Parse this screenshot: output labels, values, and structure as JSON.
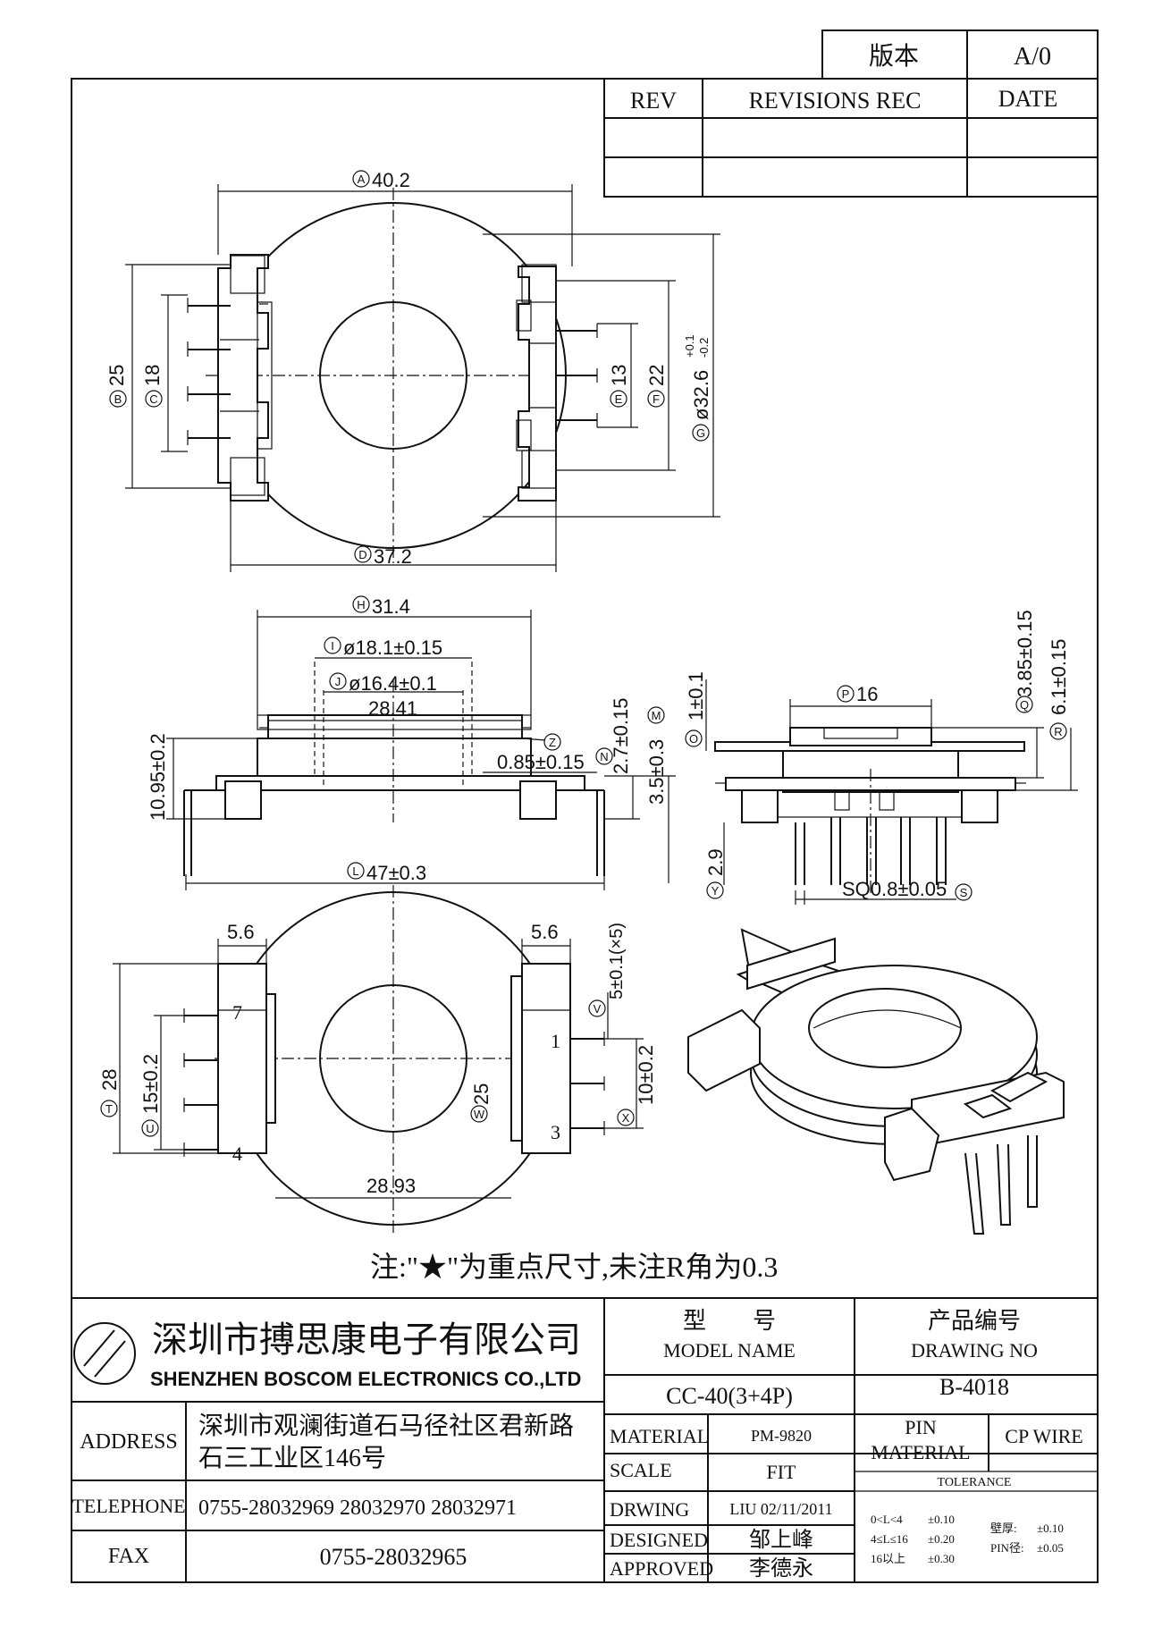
{
  "version_box": {
    "label": "版本",
    "value": "A/0"
  },
  "revisions": {
    "col_rev": "REV",
    "col_rec": "REVISIONS REC",
    "col_date": "DATE"
  },
  "dims": {
    "A": "40.2",
    "B": "25",
    "C": "18",
    "D": "37.2",
    "E": "13",
    "F": "22",
    "G": "ø32.6",
    "G_tol_up": "+0.1",
    "G_tol_dn": "-0.2",
    "H": "31.4",
    "I": "ø18.1±0.15",
    "J": "ø16.4±0.1",
    "K": "28.41",
    "Z": "0.85±0.15",
    "side_h": "10.95±0.2",
    "N": "2.7±0.15",
    "M": "3.5±0.3",
    "L": "47±0.3",
    "O": "1±0.1",
    "P": "16",
    "Q": "3.85±0.15",
    "R": "6.1±0.15",
    "Y": "2.9",
    "S": "SQ0.8±0.05",
    "left_w": "5.6",
    "right_w": "5.6",
    "V": "5±0.1(×5)",
    "T": "28",
    "U": "15±0.2",
    "W": "25",
    "X": "10±0.2",
    "bottom_w": "28.93"
  },
  "letters": {
    "A": "A",
    "B": "B",
    "C": "C",
    "D": "D",
    "E": "E",
    "F": "F",
    "G": "G",
    "H": "H",
    "I": "I",
    "J": "J",
    "Z": "Z",
    "N": "N",
    "M": "M",
    "L": "L",
    "O": "O",
    "P": "P",
    "Q": "Q",
    "R": "R",
    "Y": "Y",
    "S": "S",
    "V": "V",
    "T": "T",
    "U": "U",
    "W": "W",
    "X": "X"
  },
  "pins": {
    "p7": "7",
    "p4": "4",
    "p1": "1",
    "p3": "3"
  },
  "note": "注:\"★\"为重点尺寸,未注R角为0.3",
  "company": {
    "cn": "深圳市搏思康电子有限公司",
    "en": "SHENZHEN BOSCOM ELECTRONICS CO.,LTD"
  },
  "address": {
    "label": "ADDRESS",
    "line1": "深圳市观澜街道石马径社区君新路",
    "line2": "石三工业区146号"
  },
  "telephone": {
    "label": "TELEPHONE",
    "value": "0755-28032969 28032970 28032971"
  },
  "fax": {
    "label": "FAX",
    "value": "0755-28032965"
  },
  "model": {
    "label_cn": "型　　号",
    "label_en": "MODEL NAME",
    "value": "CC-40(3+4P)"
  },
  "drawing_no": {
    "label_cn": "产品编号",
    "label_en": "DRAWING NO",
    "value": "B-4018"
  },
  "rows": {
    "material_label": "MATERIAL",
    "material_value": "PM-9820",
    "scale_label": "SCALE",
    "scale_value": "FIT",
    "drwing_label": "DRWING",
    "drwing_value": "LIU 02/11/2011",
    "designed_label": "DESIGNED",
    "designed_value": "邹上峰",
    "approved_label": "APPROVED",
    "approved_value": "李德永"
  },
  "pin_material": {
    "label1": "PIN",
    "label2": "MATERIAL",
    "value": "CP WIRE"
  },
  "tolerance": {
    "label": "TOLERANCE",
    "r1a": "0<L<4",
    "r1b": "±0.10",
    "r2a": "4≤L≤16",
    "r2b": "±0.20",
    "r3a": "16以上",
    "r3b": "±0.30",
    "wall_label": "壁厚:",
    "wall_val": "±0.10",
    "pin_label": "PIN径:",
    "pin_val": "±0.05"
  }
}
